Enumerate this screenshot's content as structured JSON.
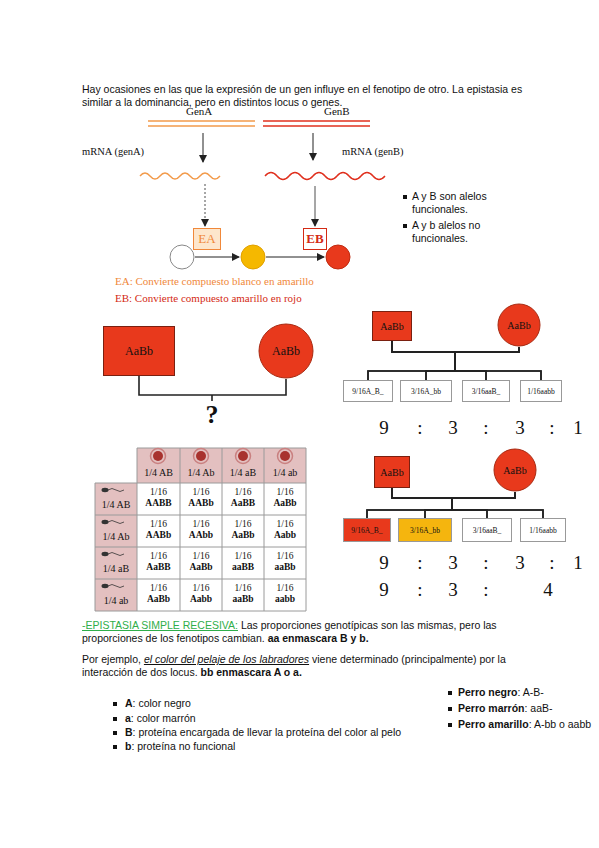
{
  "diagram": {
    "nodes": [
      {
        "text": [
          "EA"
        ]
      },
      {
        "text": [
          "EB"
        ]
      },
      {
        "text": [
          "AaBb"
        ]
      },
      {
        "text": [
          "AaBb"
        ]
      },
      {
        "text": [
          "AaBb"
        ]
      },
      {
        "text": [
          "AaBb"
        ]
      },
      {
        "text": [
          "9/16A_B_"
        ]
      },
      {
        "text": [
          "3/16A_bb"
        ]
      },
      {
        "text": [
          "3/16aaB_"
        ]
      },
      {
        "text": [
          "1/16aabb"
        ]
      },
      {
        "text": [
          "AaBb"
        ]
      },
      {
        "text": [
          "AaBb"
        ]
      },
      {
        "text": [
          "9/16A_B_"
        ]
      },
      {
        "text": [
          "3/16A_bb"
        ]
      },
      {
        "text": [
          "3/16aaB_"
        ]
      },
      {
        "text": [
          "1/16aabb"
        ]
      }
    ],
    "edges": [
      {
        "from": 2,
        "to": 3,
        "arrow": "none"
      },
      {
        "from": 4,
        "to": 6,
        "arrow": "none"
      },
      {
        "from": 4,
        "to": 7,
        "arrow": "none"
      },
      {
        "from": 4,
        "to": 8,
        "arrow": "none"
      },
      {
        "from": 4,
        "to": 9,
        "arrow": "none"
      },
      {
        "from": 5,
        "to": 6,
        "arrow": "none"
      },
      {
        "from": 5,
        "to": 7,
        "arrow": "none"
      },
      {
        "from": 5,
        "to": 8,
        "arrow": "none"
      },
      {
        "from": 5,
        "to": 9,
        "arrow": "none"
      },
      {
        "from": 10,
        "to": 12,
        "arrow": "none"
      },
      {
        "from": 10,
        "to": 13,
        "arrow": "none"
      },
      {
        "from": 10,
        "to": 14,
        "arrow": "none"
      },
      {
        "from": 10,
        "to": 15,
        "arrow": "none"
      },
      {
        "from": 11,
        "to": 12,
        "arrow": "none"
      },
      {
        "from": 11,
        "to": 13,
        "arrow": "none"
      },
      {
        "from": 11,
        "to": 14,
        "arrow": "none"
      },
      {
        "from": 11,
        "to": 15,
        "arrow": "none"
      }
    ],
    "labels": [
      "Hay ocasiones en las que la expresión de un gen influye en el fenotipo de otro. La epistasia es similar a la dominancia, pero en distintos locus o genes.",
      "GenA",
      "GenB",
      "mRNA (genA)",
      "mRNA (genB)",
      "A y B son alelos funcionales.",
      "A y b alelos no funcionales.",
      "EA: Convierte compuesto blanco en amarillo",
      "EB: Convierte compuesto amarillo en rojo",
      "?",
      "9",
      ":",
      "3",
      ":",
      "3",
      ":",
      "1",
      "1/4 AB",
      "1/4 Ab",
      "1/4 aB",
      "1/4 ab",
      "1/4 AB",
      "1/16",
      "AABB",
      "1/16",
      "AABb",
      "1/16",
      "AaBB",
      "1/16",
      "AaBb",
      "1/4 Ab",
      "1/16",
      "AABb",
      "1/16",
      "AAbb",
      "1/16",
      "AaBb",
      "1/16",
      "Aabb",
      "1/4 aB",
      "1/16",
      "AaBB",
      "1/16",
      "AaBb",
      "1/16",
      "aaBB",
      "1/16",
      "aaBb",
      "1/4 ab",
      "1/16",
      "AaBb",
      "1/16",
      "Aabb",
      "1/16",
      "aaBb",
      "1/16",
      "aabb",
      "9",
      ":",
      "3",
      ":",
      "3",
      ":",
      "1",
      "9",
      ":",
      "3",
      ":",
      "4",
      "-EPISTASIA SIMPLE RECESIVA:",
      "Las proporciones genotípicas son las mismas, pero las proporciones de los fenotipos cambian.",
      "aa enmascara B y b.",
      "Por ejemplo,",
      "el color del pelaje de los labradores",
      "viene determinado (principalmente) por la interacción de dos locus.",
      "bb enmascara A o a.",
      "A",
      ": color negro",
      "a",
      ": color marrón",
      "B",
      ": proteína encargada de llevar la proteína del color al pelo",
      "b",
      ": proteína no funcional",
      "Perro negro",
      ": A-B-",
      "Perro marrón",
      ": aaB-",
      "Perro amarillo",
      ": A-bb o aabb"
    ]
  }
}
